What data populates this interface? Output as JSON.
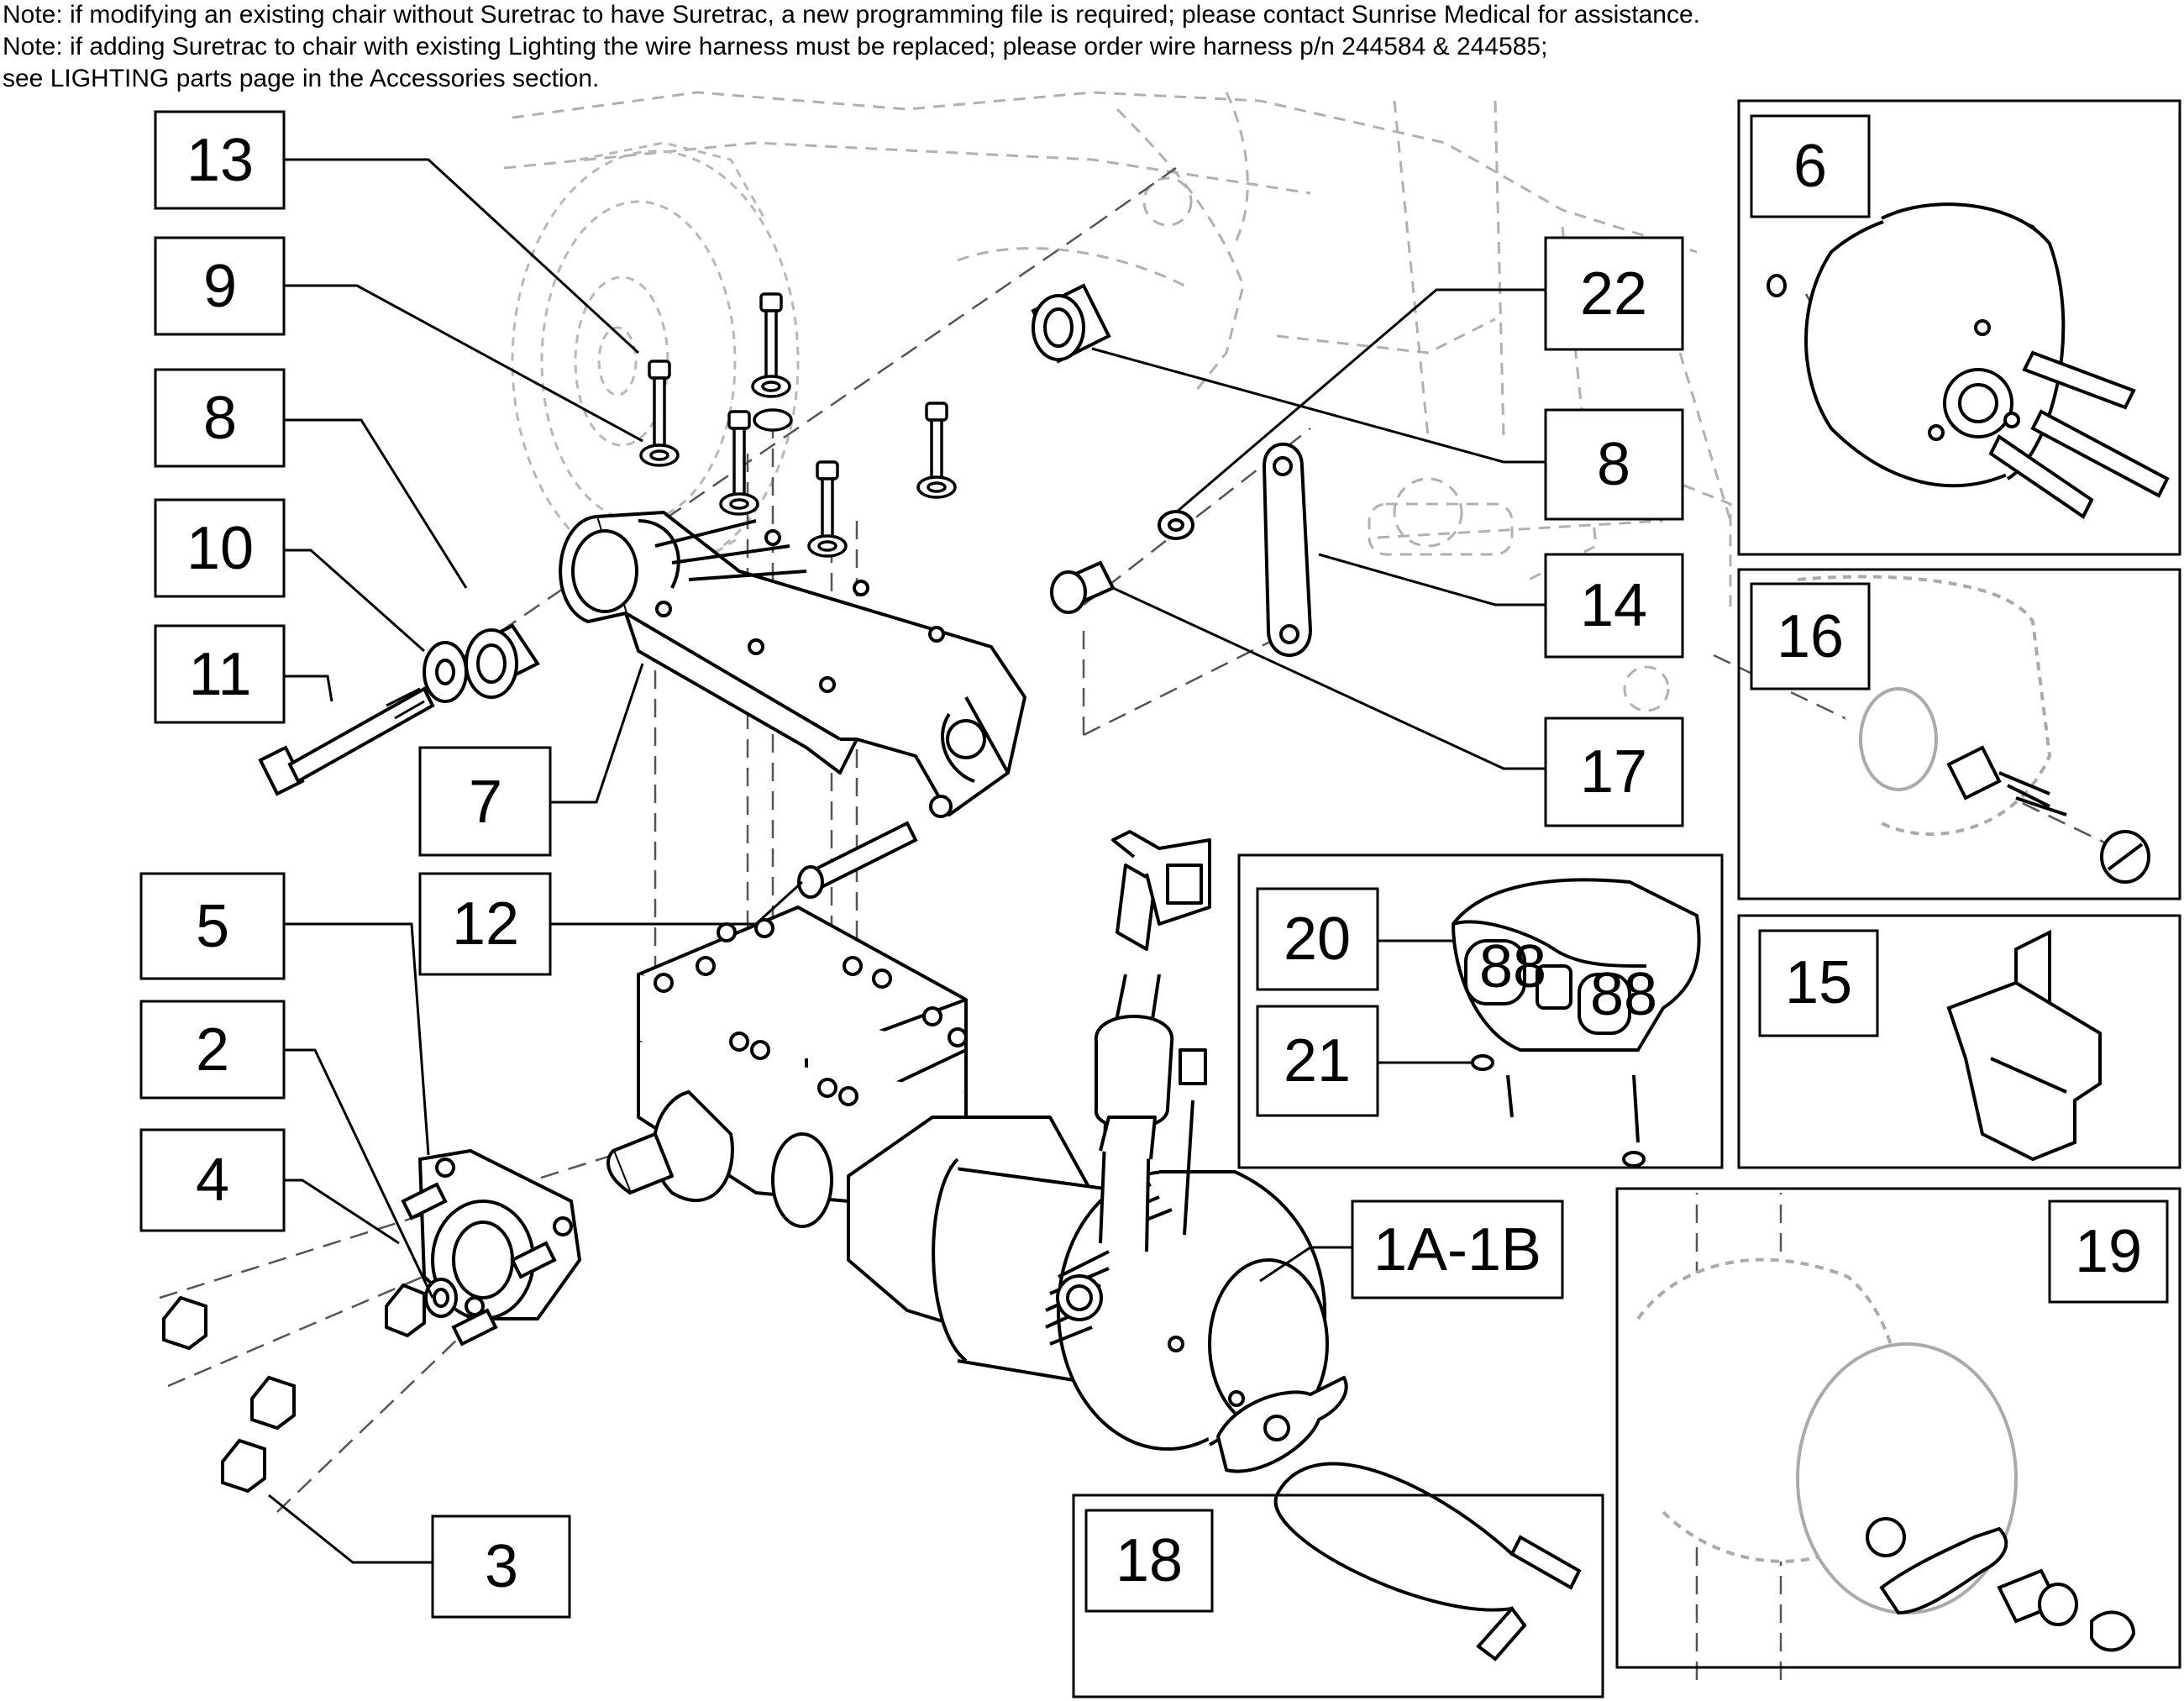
{
  "notes": [
    "Note: if modifying an existing chair without Suretrac to have Suretrac, a new programming file is required; please contact Sunrise Medical for assistance.",
    "Note: if adding Suretrac to chair with existing Lighting the wire harness must be replaced; please order wire harness p/n 244584 & 244585;",
    "see LIGHTING parts page in the Accessories section."
  ],
  "callouts": {
    "c13": "13",
    "c9": "9",
    "c8_left": "8",
    "c10": "10",
    "c11": "11",
    "c7": "7",
    "c12": "12",
    "c5": "5",
    "c2": "2",
    "c4": "4",
    "c3": "3",
    "c22": "22",
    "c8_right": "8",
    "c14": "14",
    "c17": "17",
    "c1a1b": "1A-1B",
    "c20": "20",
    "c21": "21",
    "c6": "6",
    "c16": "16",
    "c15": "15",
    "c19": "19",
    "c18": "18"
  },
  "icons": {
    "controller_display": "88"
  }
}
